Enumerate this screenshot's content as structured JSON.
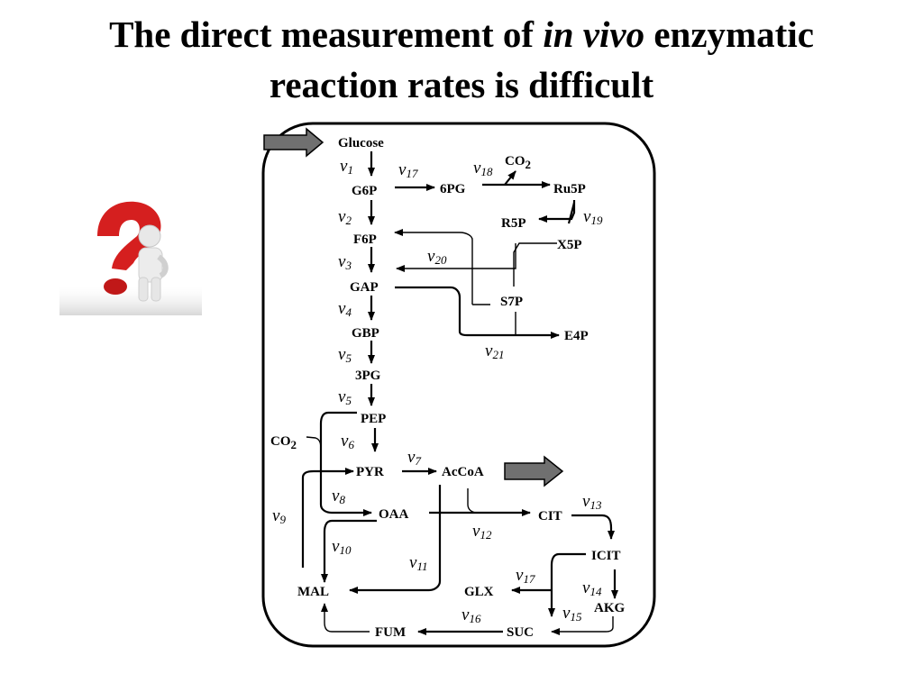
{
  "title": {
    "line1_pre": "The direct measurement of ",
    "line1_italic": "in vivo",
    "line1_post": " enzymatic",
    "line2": "reaction rates is difficult"
  },
  "colors": {
    "arrow_fill": "#707070",
    "box_stroke": "#000000",
    "question_red": "#d51f1f"
  },
  "icons": {
    "question": "question-mark-figure-icon",
    "input_arrow": "block-arrow-right-icon",
    "output_arrow": "block-arrow-right-icon"
  },
  "metabolites": {
    "glucose": "Glucose",
    "g6p": "G6P",
    "pg6": "6PG",
    "co2_top": "CO",
    "ru5p": "Ru5P",
    "r5p": "R5P",
    "x5p": "X5P",
    "f6p": "F6P",
    "gap": "GAP",
    "s7p": "S7P",
    "e4p": "E4P",
    "gbp": "GBP",
    "pg3": "3PG",
    "pep": "PEP",
    "co2_left": "CO",
    "pyr": "PYR",
    "accoa": "AcCoA",
    "oaa": "OAA",
    "cit": "CIT",
    "icit": "ICIT",
    "mal": "MAL",
    "glx": "GLX",
    "akg": "AKG",
    "fum": "FUM",
    "suc": "SUC"
  },
  "co2_subscript": "2",
  "rate_symbol": "v",
  "rates": {
    "v1": "1",
    "v17a": "17",
    "v18": "18",
    "v19": "19",
    "v2": "2",
    "v20": "20",
    "v3": "3",
    "v4": "4",
    "v21": "21",
    "v5a": "5",
    "v5b": "5",
    "v6": "6",
    "v7": "7",
    "v8": "8",
    "v9": "9",
    "v13": "13",
    "v12": "12",
    "v10": "10",
    "v11": "11",
    "v17b": "17",
    "v14": "14",
    "v15": "15",
    "v16": "16"
  }
}
